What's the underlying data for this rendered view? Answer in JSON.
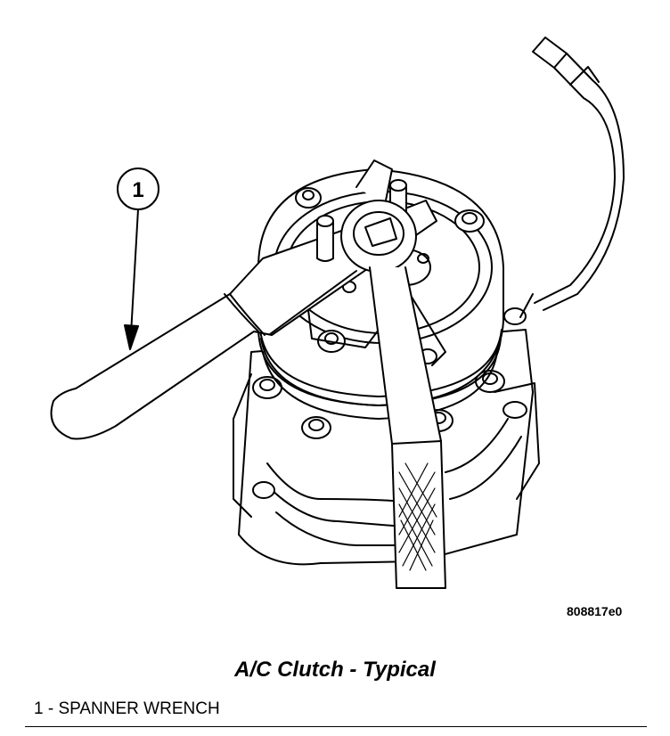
{
  "figure": {
    "code": "808817e0",
    "callouts": [
      {
        "number": "1"
      }
    ]
  },
  "caption": "A/C Clutch - Typical",
  "legend": [
    {
      "text": "1 - SPANNER WRENCH"
    }
  ]
}
